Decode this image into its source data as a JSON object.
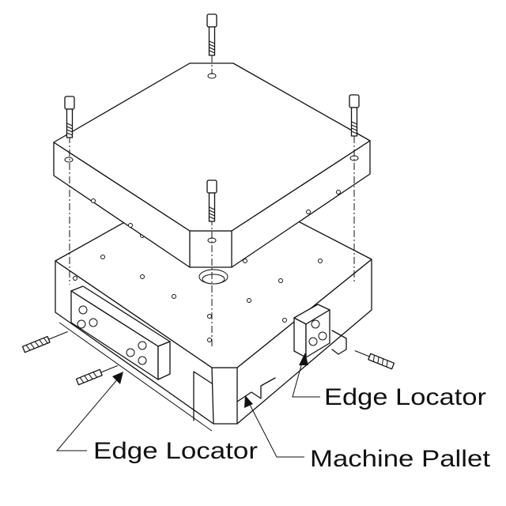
{
  "labels": {
    "edge_locator_right": "Edge Locator",
    "edge_locator_left": "Edge Locator",
    "machine_pallet": "Machine Pallet"
  }
}
